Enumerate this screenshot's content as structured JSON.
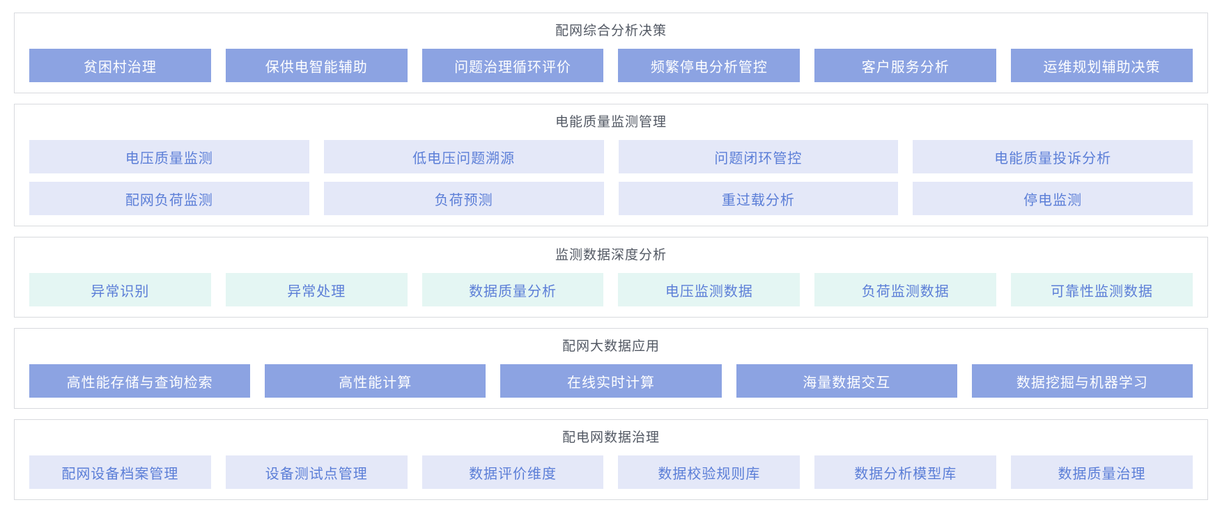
{
  "colors": {
    "solid_button_bg": "#8CA3E2",
    "solid_button_text": "#FFFFFF",
    "lavender_button_bg": "#E4E8F8",
    "mint_button_bg": "#E4F6F3",
    "light_button_text": "#5B7ED7",
    "panel_title_text": "#525863",
    "panel_border": "#D8DADE",
    "page_bg": "#FFFFFF"
  },
  "sections": [
    {
      "title": "配网综合分析决策",
      "style": "solid",
      "rows": [
        [
          "贫困村治理",
          "保供电智能辅助",
          "问题治理循环评价",
          "频繁停电分析管控",
          "客户服务分析",
          "运维规划辅助决策"
        ]
      ]
    },
    {
      "title": "电能质量监测管理",
      "style": "lavender",
      "rows": [
        [
          "电压质量监测",
          "低电压问题溯源",
          "问题闭环管控",
          "电能质量投诉分析"
        ],
        [
          "配网负荷监测",
          "负荷预测",
          "重过载分析",
          "停电监测"
        ]
      ]
    },
    {
      "title": "监测数据深度分析",
      "style": "mint",
      "rows": [
        [
          "异常识别",
          "异常处理",
          "数据质量分析",
          "电压监测数据",
          "负荷监测数据",
          "可靠性监测数据"
        ]
      ]
    },
    {
      "title": "配网大数据应用",
      "style": "solid",
      "rows": [
        [
          "高性能存储与查询检索",
          "高性能计算",
          "在线实时计算",
          "海量数据交互",
          "数据挖掘与机器学习"
        ]
      ]
    },
    {
      "title": "配电网数据治理",
      "style": "lavender",
      "rows": [
        [
          "配网设备档案管理",
          "设备测试点管理",
          "数据评价维度",
          "数据校验规则库",
          "数据分析模型库",
          "数据质量治理"
        ]
      ]
    }
  ]
}
